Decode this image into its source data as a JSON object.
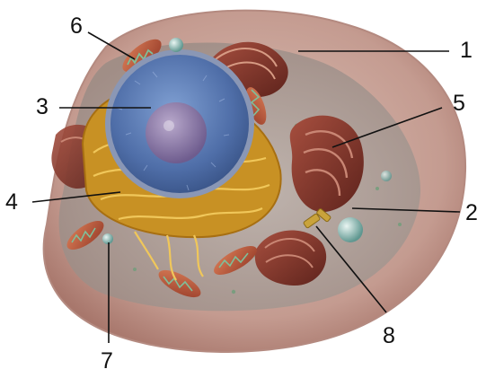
{
  "labels": [
    "1",
    "2",
    "3",
    "4",
    "5",
    "6",
    "7",
    "8"
  ],
  "colors": {
    "membrane": "#c9a39a",
    "cytoplasm": "#b9a8a1",
    "nucleus": "#5f7fb6",
    "nucleolus": "#7a6a9a",
    "er": "#d6a531",
    "mitochondria": "#b9573e",
    "golgi": "#8d3b2f",
    "vesicle": "#7fb5ad",
    "centriole": "#c9a33b",
    "leader": "#111111"
  },
  "icons": {
    "cell": "animal-cell-cross-section-illustration"
  }
}
